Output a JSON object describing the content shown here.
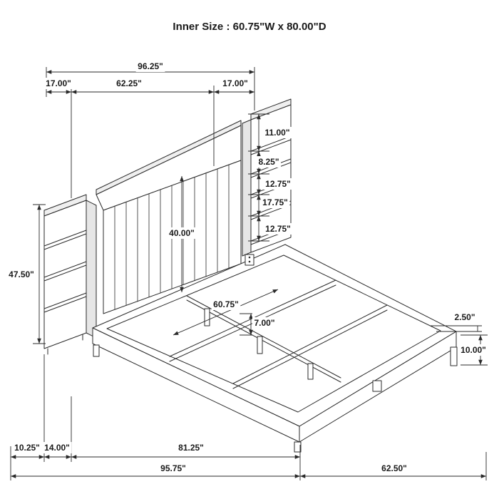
{
  "title": "Inner Size : 60.75\"W x 80.00\"D",
  "colors": {
    "line": "#2a2a2a",
    "background": "#ffffff",
    "shade": "#e6e6e6"
  },
  "dims": {
    "overall_width": "96.25\"",
    "left_pier_width": "17.00\"",
    "headboard_width": "62.25\"",
    "right_pier_width": "17.00\"",
    "upper_shelf_height": "11.00\"",
    "shelf_gap_2": "8.25\"",
    "shelf_gap_3": "12.75\"",
    "shelf_gap_4": "17.75\"",
    "shelf_gap_5": "12.75\"",
    "headboard_panel_height": "40.00\"",
    "pier_height": "47.50\"",
    "inner_width": "60.75\"",
    "center_leg_height": "7.00\"",
    "rail_lip": "2.50\"",
    "frame_side_height": "10.00\"",
    "pier_depth": "10.25\"",
    "headboard_depth": "14.00\"",
    "deck_length": "81.25\"",
    "overall_depth": "95.75\"",
    "side_frame_width": "62.50\""
  }
}
